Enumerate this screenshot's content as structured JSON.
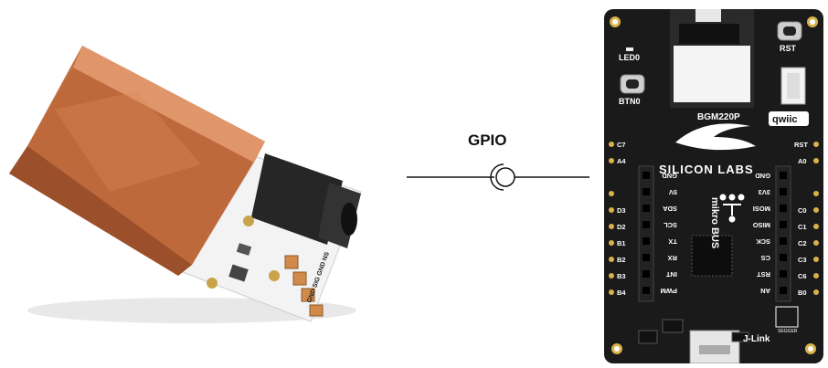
{
  "connection_label": "GPIO",
  "sensor_board": {
    "silk_labels": [
      "GND",
      "SIG",
      "GND",
      "NS"
    ],
    "pin_note": "GND SIG GND NS"
  },
  "dev_board": {
    "module": "BGM220P",
    "brand": "SILICON LABS",
    "qwiic": "qwiic",
    "led": "LED0",
    "button": "BTN0",
    "reset": "RST",
    "jlink": "J-Link",
    "segger": "SEGGER",
    "mikrobus": "mikro BUS",
    "left_pins": [
      "C7",
      "A4",
      "D3",
      "D2",
      "B1",
      "B2",
      "B3",
      "B4"
    ],
    "right_pins": [
      "RST",
      "A0",
      "C0",
      "C1",
      "C2",
      "C3",
      "C6",
      "B0"
    ],
    "mb_left": [
      "GND",
      "5V",
      "SDA",
      "SCL",
      "TX",
      "RX",
      "INT",
      "PWM"
    ],
    "mb_right": [
      "GND",
      "3V3",
      "MOSI",
      "MISO",
      "SCK",
      "CS",
      "RST",
      "AN"
    ]
  },
  "colors": {
    "pcb": "#1a1a1a",
    "copper": "#c4703e",
    "sensor_pcb": "#f2f2f2",
    "gold": "#d9b24a"
  }
}
